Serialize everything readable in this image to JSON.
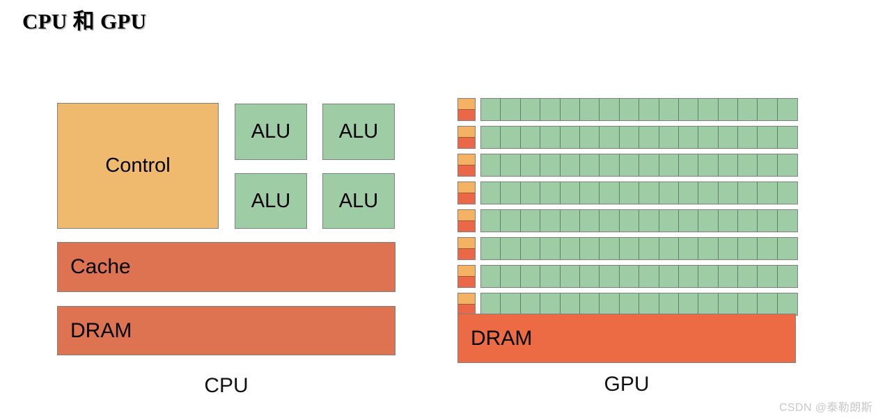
{
  "slide": {
    "title": "CPU 和 GPU",
    "background": "#FFFFFF"
  },
  "colors": {
    "control_orange": "#EFBA6E",
    "alu_green": "#9ECCA4",
    "cache_dram_salmon": "#DE7351",
    "gpu_dram_orange": "#EC6B45",
    "gpu_ctrl_top_orange": "#F4B263",
    "gpu_ctrl_bottom_red": "#EA6748",
    "block_border_gray": "#808080",
    "watermark_gray": "#C9C9C9"
  },
  "cpu": {
    "caption": "CPU",
    "control": {
      "label": "Control"
    },
    "alus": [
      {
        "label": "ALU"
      },
      {
        "label": "ALU"
      },
      {
        "label": "ALU"
      },
      {
        "label": "ALU"
      }
    ],
    "cache": {
      "label": "Cache"
    },
    "dram": {
      "label": "DRAM"
    }
  },
  "gpu": {
    "caption": "GPU",
    "rows": 8,
    "cells_per_row": 16,
    "control_cells_per_row": 2,
    "dram": {
      "label": "DRAM"
    }
  },
  "watermark": {
    "text": "CSDN @泰勒朗斯"
  }
}
